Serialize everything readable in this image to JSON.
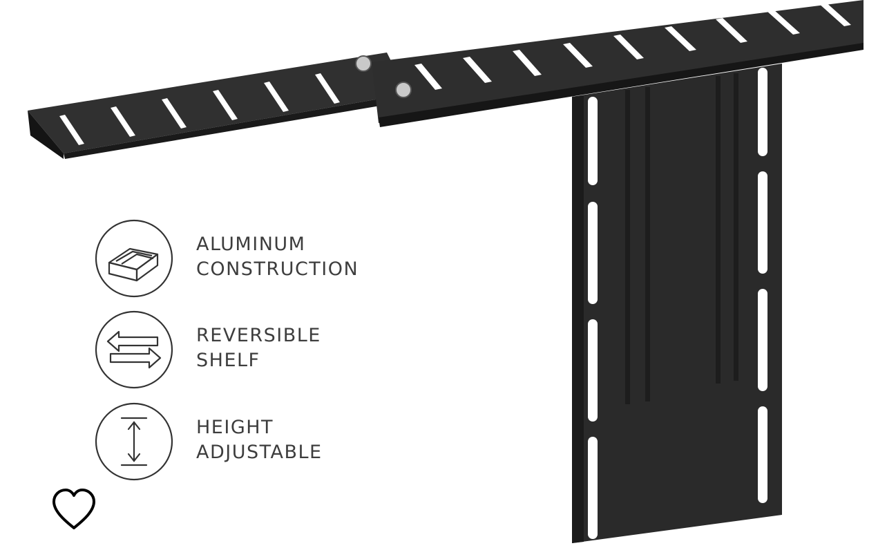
{
  "product": {
    "features": [
      {
        "icon": "aluminum-profile-icon",
        "line1": "ALUMINUM",
        "line2": "CONSTRUCTION"
      },
      {
        "icon": "reversible-arrows-icon",
        "line1": "REVERSIBLE",
        "line2": "SHELF"
      },
      {
        "icon": "height-adjust-icon",
        "line1": "HEIGHT",
        "line2": "ADJUSTABLE"
      }
    ]
  },
  "favorite": {
    "icon": "heart-outline-icon"
  },
  "colors": {
    "metal": "#2b2b2b",
    "metal_edge": "#1a1a1a",
    "text": "#3d3d3d",
    "background": "#ffffff"
  }
}
